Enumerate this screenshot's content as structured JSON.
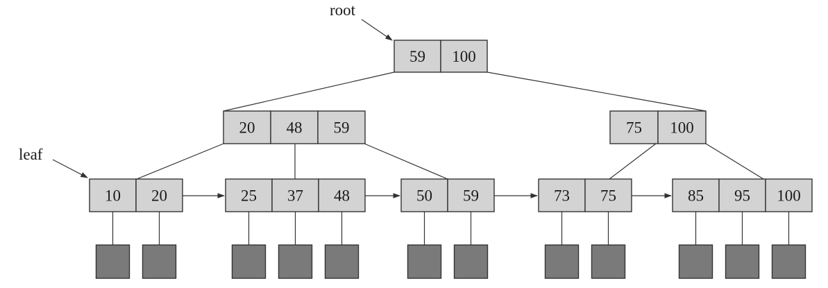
{
  "labels": {
    "root": "root",
    "leaf": "leaf"
  },
  "colors": {
    "key_cell_fill": "#d3d3d3",
    "record_fill": "#7a7a7a",
    "line": "#333333"
  },
  "nodes": {
    "root": {
      "keys": [
        "59",
        "100"
      ]
    },
    "internal_left": {
      "keys": [
        "20",
        "48",
        "59"
      ]
    },
    "internal_right": {
      "keys": [
        "75",
        "100"
      ]
    },
    "leaf_1": {
      "keys": [
        "10",
        "20"
      ]
    },
    "leaf_2": {
      "keys": [
        "25",
        "37",
        "48"
      ]
    },
    "leaf_3": {
      "keys": [
        "50",
        "59"
      ]
    },
    "leaf_4": {
      "keys": [
        "73",
        "75"
      ]
    },
    "leaf_5": {
      "keys": [
        "85",
        "95",
        "100"
      ]
    }
  }
}
